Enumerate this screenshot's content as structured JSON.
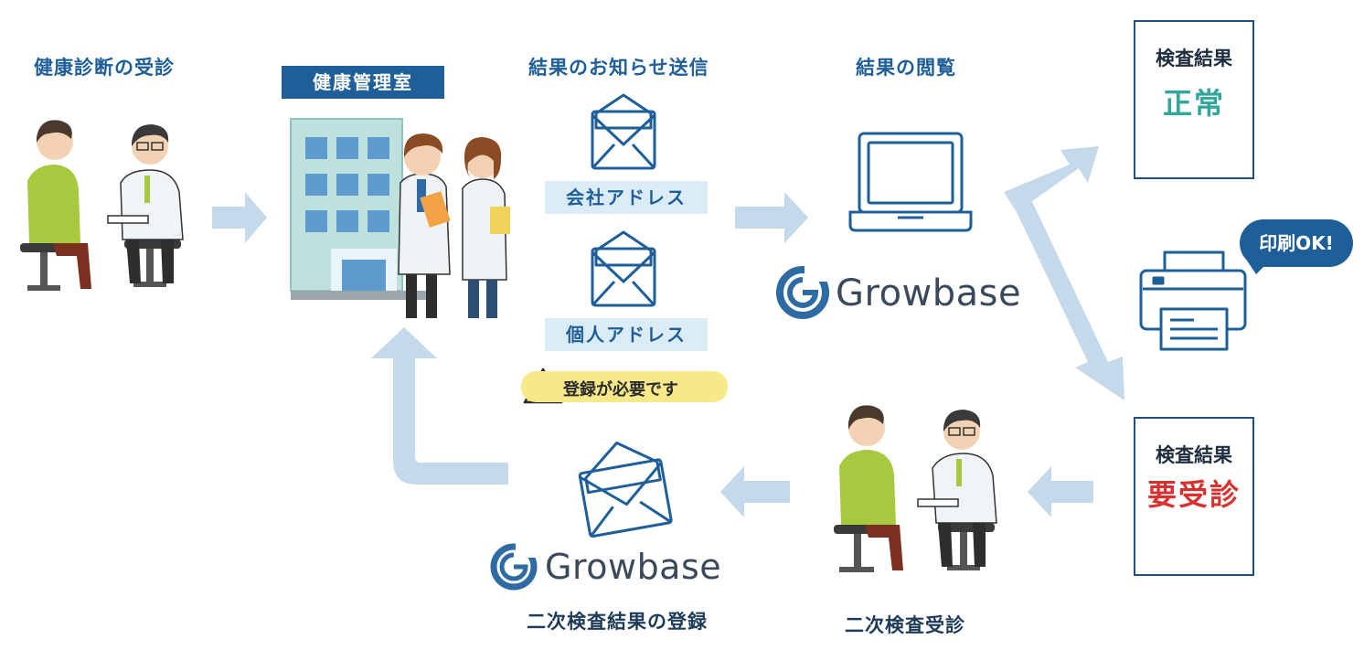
{
  "steps": {
    "checkup": "健康診断の受診",
    "office": "健康管理室",
    "notify": "結果のお知らせ送信",
    "view": "結果の閲覧",
    "secondary_reg": "二次検査結果の登録",
    "secondary_exam": "二次検査受診"
  },
  "mail": {
    "company": "会社アドレス",
    "personal": "個人アドレス",
    "warning": "登録が必要です"
  },
  "brand": {
    "logo_text": "Growbase"
  },
  "results": {
    "normal": {
      "title": "検査結果",
      "status": "正常"
    },
    "needs_visit": {
      "title": "検査結果",
      "status": "要受診"
    }
  },
  "printer": {
    "bubble": "印刷OK!"
  },
  "colors": {
    "primary": "#1f5f99",
    "arrow": "#c4d9ea",
    "normal": "#2fa79a",
    "alert": "#d8312f",
    "warning": "#f7e98a"
  },
  "icons": [
    "envelope-icon",
    "laptop-icon",
    "printer-icon",
    "building-icon",
    "growbase-logo-icon",
    "warning-icon"
  ]
}
